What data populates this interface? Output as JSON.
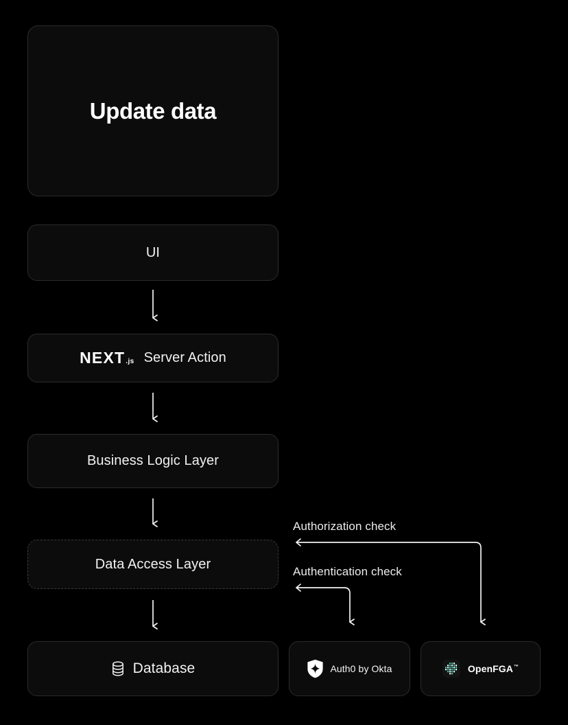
{
  "diagram": {
    "title": "Update data",
    "background_color": "#000000",
    "card_background": "#0c0c0c",
    "card_border_color": "#2b2b2b",
    "text_color": "#f2f2f2",
    "accent_color": "#3ecfb2"
  },
  "hero": {
    "title": "Update data"
  },
  "nodes": {
    "ui": {
      "label": "UI"
    },
    "next_server_action": {
      "logo_word": "NEXT",
      "logo_suffix": ".js",
      "label": "Server Action"
    },
    "business_logic": {
      "label": "Business Logic Layer"
    },
    "data_access": {
      "label": "Data Access Layer",
      "border_style": "dashed"
    },
    "database": {
      "label": "Database",
      "icon": "database-icon"
    },
    "auth0": {
      "label": "Auth0 by Okta",
      "icon": "auth0-shield-icon"
    },
    "openfga": {
      "label": "OpenFGA",
      "trademark": "™",
      "icon": "openfga-matrix-icon"
    }
  },
  "edges": {
    "ui_to_next": {
      "label": "",
      "icon": "arrow-down-icon"
    },
    "next_to_business": {
      "label": "",
      "icon": "arrow-down-icon"
    },
    "business_to_dal": {
      "label": "",
      "icon": "arrow-down-icon"
    },
    "dal_to_database": {
      "label": "",
      "icon": "arrow-down-icon"
    },
    "authorization": {
      "label": "Authorization check",
      "icon": "elbow-arrow-icon"
    },
    "authentication": {
      "label": "Authentication check",
      "icon": "elbow-arrow-icon"
    }
  }
}
